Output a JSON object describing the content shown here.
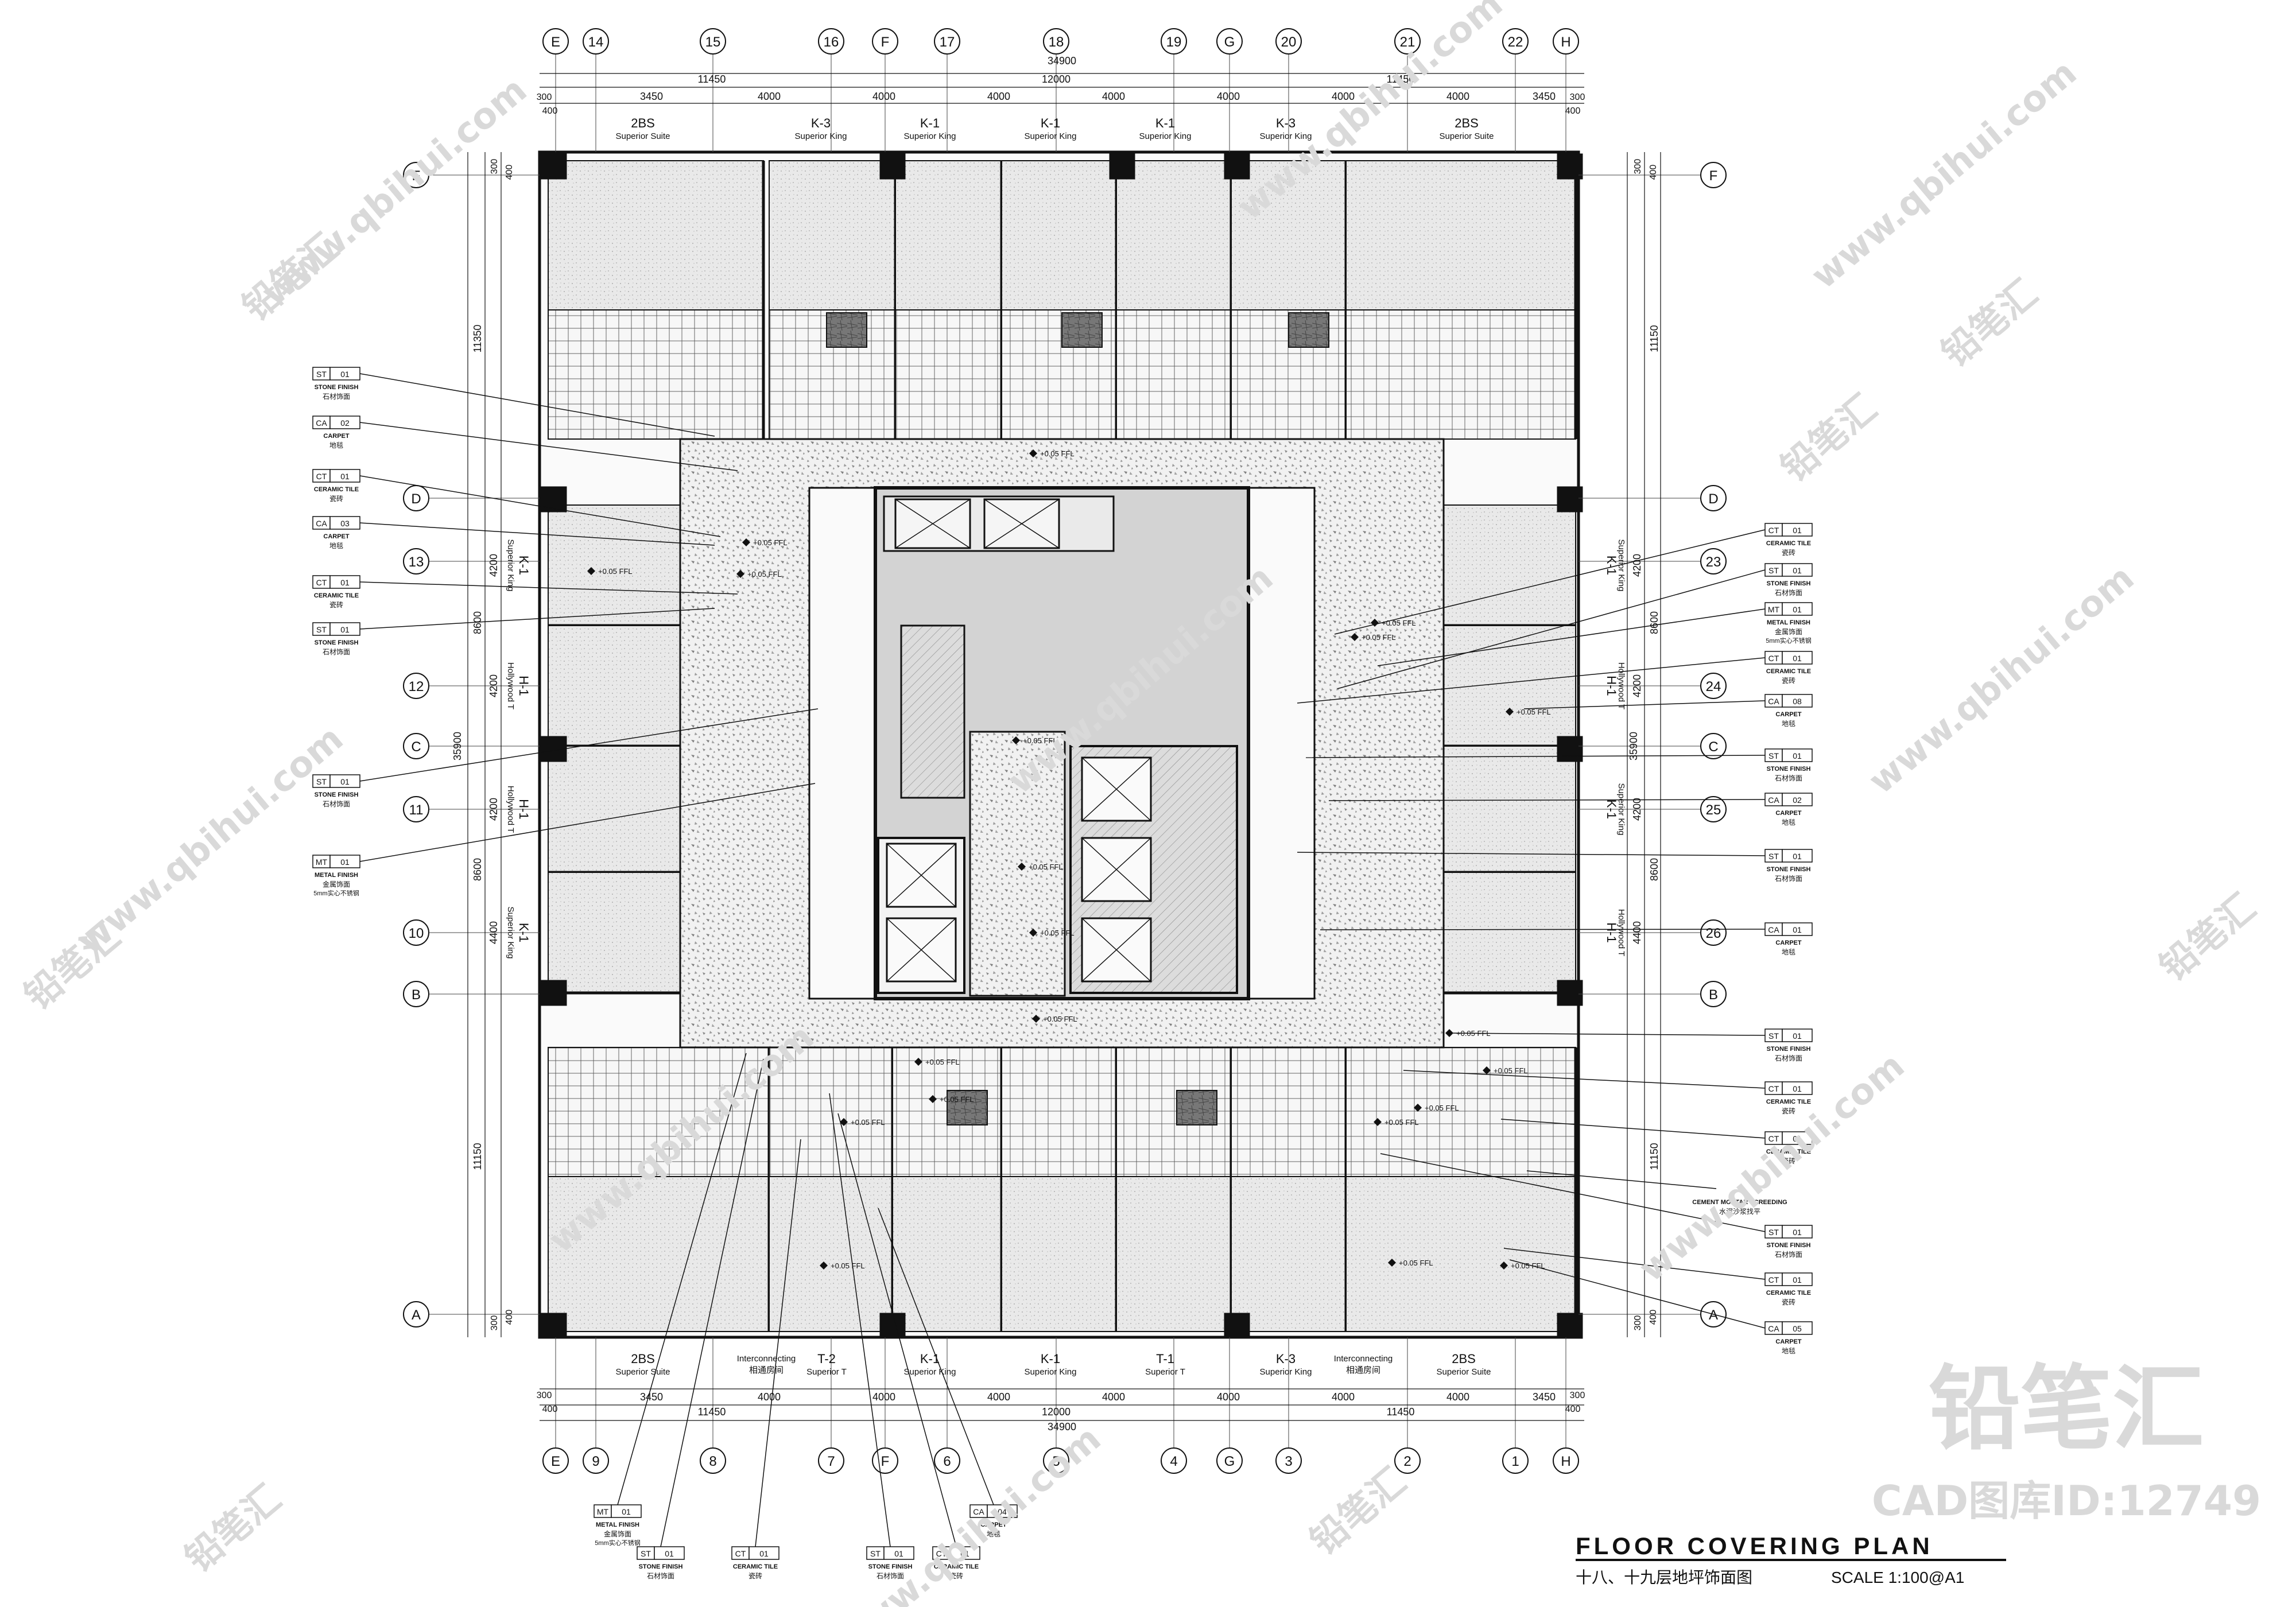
{
  "title": {
    "main": "FLOOR COVERING PLAN",
    "sub": "十八、十九层地坪饰面图",
    "scale": "SCALE 1:100@A1"
  },
  "watermark": {
    "brand": "铅笔汇",
    "site": "www.qbihui.com",
    "cad_id": "CAD图库ID:12749"
  },
  "grid_top": [
    "E",
    "14",
    "15",
    "16",
    "F",
    "17",
    "18",
    "19",
    "G",
    "20",
    "21",
    "22",
    "H"
  ],
  "grid_bottom": [
    "E",
    "9",
    "8",
    "7",
    "F",
    "6",
    "5",
    "4",
    "G",
    "3",
    "2",
    "1",
    "H"
  ],
  "grid_left": [
    "F",
    "D",
    "13",
    "12",
    "C",
    "11",
    "10",
    "B",
    "A"
  ],
  "grid_right": [
    "F",
    "D",
    "23",
    "24",
    "C",
    "25",
    "26",
    "B",
    "A"
  ],
  "dims_top": {
    "total": "34900",
    "groups": [
      "11450",
      "12000",
      "11450"
    ],
    "edge": [
      "300",
      "400"
    ],
    "bays": [
      "3450",
      "4000",
      "4000",
      "4000",
      "4000",
      "4000",
      "4000",
      "4000",
      "3450"
    ]
  },
  "dims_side": {
    "total": "35900",
    "groups_left": [
      "11350",
      "8600",
      "8600",
      "11150"
    ],
    "groups_right": [
      "11150",
      "8600",
      "8600",
      "11150"
    ],
    "bays": [
      "4200",
      "4200",
      "4200",
      "4400"
    ],
    "edge": [
      "300",
      "400"
    ]
  },
  "rooms_top": [
    {
      "code": "2BS",
      "name": "Superior Suite"
    },
    {
      "code": "K-3",
      "name": "Superior King"
    },
    {
      "code": "K-1",
      "name": "Superior King"
    },
    {
      "code": "K-1",
      "name": "Superior King"
    },
    {
      "code": "K-1",
      "name": "Superior King"
    },
    {
      "code": "K-3",
      "name": "Superior King"
    },
    {
      "code": "2BS",
      "name": "Superior Suite"
    }
  ],
  "rooms_bottom": [
    {
      "code": "2BS",
      "name": "Superior Suite"
    },
    {
      "code": "T-2",
      "name": "Superior T"
    },
    {
      "code": "K-1",
      "name": "Superior King"
    },
    {
      "code": "K-1",
      "name": "Superior King"
    },
    {
      "code": "T-1",
      "name": "Superior T"
    },
    {
      "code": "K-3",
      "name": "Superior King"
    },
    {
      "code": "2BS",
      "name": "Superior Suite"
    }
  ],
  "interconnecting": {
    "en": "Interconnecting",
    "cn": "相通房间"
  },
  "rooms_left": [
    {
      "code": "K-1",
      "name": "Superior King"
    },
    {
      "code": "H-1",
      "name": "Hollywood T"
    },
    {
      "code": "H-1",
      "name": "Hollywood T"
    },
    {
      "code": "K-1",
      "name": "Superior King"
    }
  ],
  "rooms_right": [
    {
      "code": "K-1",
      "name": "Superior King"
    },
    {
      "code": "H-1",
      "name": "Hollywood T"
    },
    {
      "code": "K-1",
      "name": "Superior King"
    },
    {
      "code": "H-1",
      "name": "Hollywood T"
    }
  ],
  "level_mark": "+0.05 FFL",
  "legend_left": [
    {
      "tag": "ST",
      "num": "01",
      "en": "STONE FINISH",
      "cn": "石材饰面"
    },
    {
      "tag": "CA",
      "num": "02",
      "en": "CARPET",
      "cn": "地毯"
    },
    {
      "tag": "CT",
      "num": "01",
      "en": "CERAMIC TILE",
      "cn": "瓷砖"
    },
    {
      "tag": "CA",
      "num": "03",
      "en": "CARPET",
      "cn": "地毯"
    },
    {
      "tag": "CT",
      "num": "01",
      "en": "CERAMIC TILE",
      "cn": "瓷砖"
    },
    {
      "tag": "ST",
      "num": "01",
      "en": "STONE FINISH",
      "cn": "石材饰面"
    },
    {
      "tag": "ST",
      "num": "01",
      "en": "STONE FINISH",
      "cn": "石材饰面"
    },
    {
      "tag": "MT",
      "num": "01",
      "en": "METAL FINISH",
      "cn": "金属饰面",
      "note": "5mm实心不锈钢"
    }
  ],
  "legend_right": [
    {
      "tag": "CT",
      "num": "01",
      "en": "CERAMIC TILE",
      "cn": "瓷砖"
    },
    {
      "tag": "ST",
      "num": "01",
      "en": "STONE FINISH",
      "cn": "石材饰面"
    },
    {
      "tag": "MT",
      "num": "01",
      "en": "METAL FINISH",
      "cn": "金属饰面",
      "note": "5mm实心不锈钢"
    },
    {
      "tag": "CT",
      "num": "01",
      "en": "CERAMIC TILE",
      "cn": "瓷砖"
    },
    {
      "tag": "CA",
      "num": "08",
      "en": "CARPET",
      "cn": "地毯"
    },
    {
      "tag": "ST",
      "num": "01",
      "en": "STONE FINISH",
      "cn": "石材饰面"
    },
    {
      "tag": "CA",
      "num": "02",
      "en": "CARPET",
      "cn": "地毯"
    },
    {
      "tag": "ST",
      "num": "01",
      "en": "STONE FINISH",
      "cn": "石材饰面"
    },
    {
      "tag": "CA",
      "num": "01",
      "en": "CARPET",
      "cn": "地毯"
    },
    {
      "tag": "ST",
      "num": "01",
      "en": "STONE FINISH",
      "cn": "石材饰面"
    },
    {
      "tag": "CT",
      "num": "01",
      "en": "CERAMIC TILE",
      "cn": "瓷砖"
    },
    {
      "tag": "CT",
      "num": "01",
      "en": "CERAMIC TILE",
      "cn": "瓷砖"
    },
    {
      "tag": "",
      "num": "",
      "en": "CEMENT MORTAR SCREEDING",
      "cn": "水泥沙浆找平"
    },
    {
      "tag": "ST",
      "num": "01",
      "en": "STONE FINISH",
      "cn": "石材饰面"
    },
    {
      "tag": "CT",
      "num": "01",
      "en": "CERAMIC TILE",
      "cn": "瓷砖"
    },
    {
      "tag": "CA",
      "num": "05",
      "en": "CARPET",
      "cn": "地毯"
    }
  ],
  "legend_bottom": [
    {
      "tag": "MT",
      "num": "01",
      "en": "METAL FINISH",
      "cn": "金属饰面",
      "note": "5mm实心不锈钢"
    },
    {
      "tag": "ST",
      "num": "01",
      "en": "STONE FINISH",
      "cn": "石材饰面"
    },
    {
      "tag": "CT",
      "num": "01",
      "en": "CERAMIC TILE",
      "cn": "瓷砖"
    },
    {
      "tag": "ST",
      "num": "01",
      "en": "STONE FINISH",
      "cn": "石材饰面"
    },
    {
      "tag": "CT",
      "num": "01",
      "en": "CERAMIC TILE",
      "cn": "瓷砖"
    },
    {
      "tag": "CA",
      "num": "04",
      "en": "CARPET",
      "cn": "地毯"
    }
  ]
}
